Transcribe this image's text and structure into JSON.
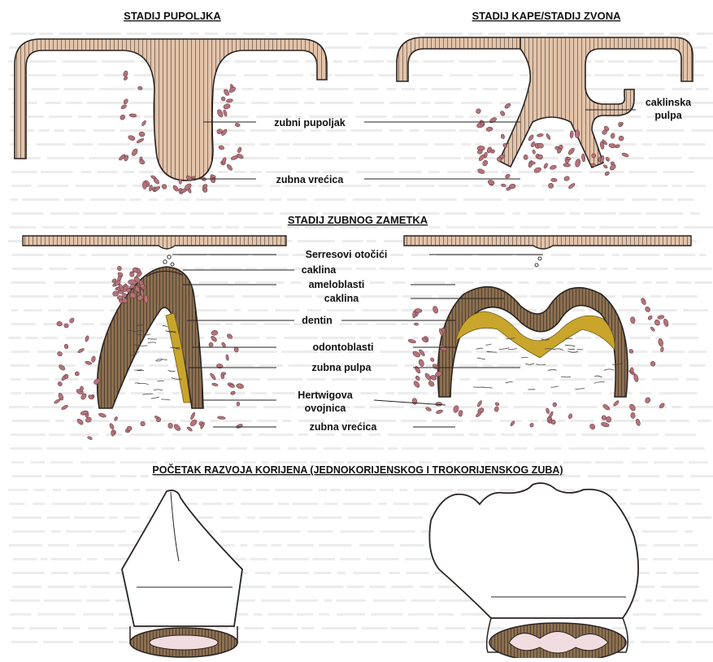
{
  "headings": {
    "bud": "STADIJ PUPOLJKA",
    "cap": "STADIJ KAPE/STADIJ ZVONA",
    "germ": "STADIJ ZUBNOG ZAMETKA",
    "root": "POČETAK RAZVOJA KORIJENA (JEDNOKORIJENSKOG I TROKORIJENSKOG ZUBA)"
  },
  "labels": {
    "zubni_pupoljak": "zubni pupoljak",
    "zubna_vrecica_top": "zubna vrećica",
    "caklinska_pulpa_1": "caklinska",
    "caklinska_pulpa_2": "pulpa",
    "serresovi": "Serresovi otočići",
    "caklina_1": "caklina",
    "ameloblasti": "ameloblasti",
    "caklina_2": "caklina",
    "dentin": "dentin",
    "odontoblasti": "odontoblasti",
    "zubna_pulpa": "zubna pulpa",
    "hertwigova_1": "Hertwigova",
    "hertwigova_2": "ovojnica",
    "zubna_vrecica_bottom": "zubna vrećica"
  },
  "colors": {
    "outline": "#2a2320",
    "epithelium": "#e3c3a9",
    "enamel": "#c9a52b",
    "cells": "#b5737a",
    "paper_text": "#c9c9c9"
  }
}
